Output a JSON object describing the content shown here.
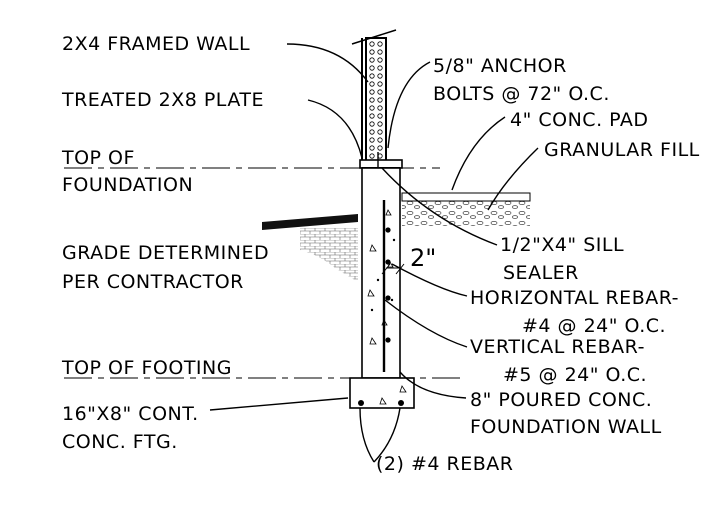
{
  "labels": {
    "framed_wall": "2X4 FRAMED WALL",
    "treated_plate": "TREATED 2X8 PLATE",
    "top_of": "TOP OF",
    "foundation": "FOUNDATION",
    "grade_line1": "GRADE DETERMINED",
    "grade_line2": "PER CONTRACTOR",
    "top_of_footing": "TOP OF FOOTING",
    "footing_line1": "16\"X8\" CONT.",
    "footing_line2": "CONC. FTG.",
    "anchor_line1": "5/8\" ANCHOR",
    "anchor_line2": "BOLTS @ 72\" O.C.",
    "conc_pad": "4\" CONC. PAD",
    "granular_fill": "GRANULAR FILL",
    "dimension": "2\"",
    "sill_line1": "1/2\"X4\" SILL",
    "sill_line2": "SEALER",
    "horiz_line1": "HORIZONTAL REBAR-",
    "horiz_line2": "#4 @ 24\" O.C.",
    "vert_line1": "VERTICAL REBAR-",
    "vert_line2": "#5 @ 24\" O.C.",
    "wall_line1": "8\" POURED CONC.",
    "wall_line2": "FOUNDATION WALL",
    "rebar": "(2) #4 REBAR"
  }
}
